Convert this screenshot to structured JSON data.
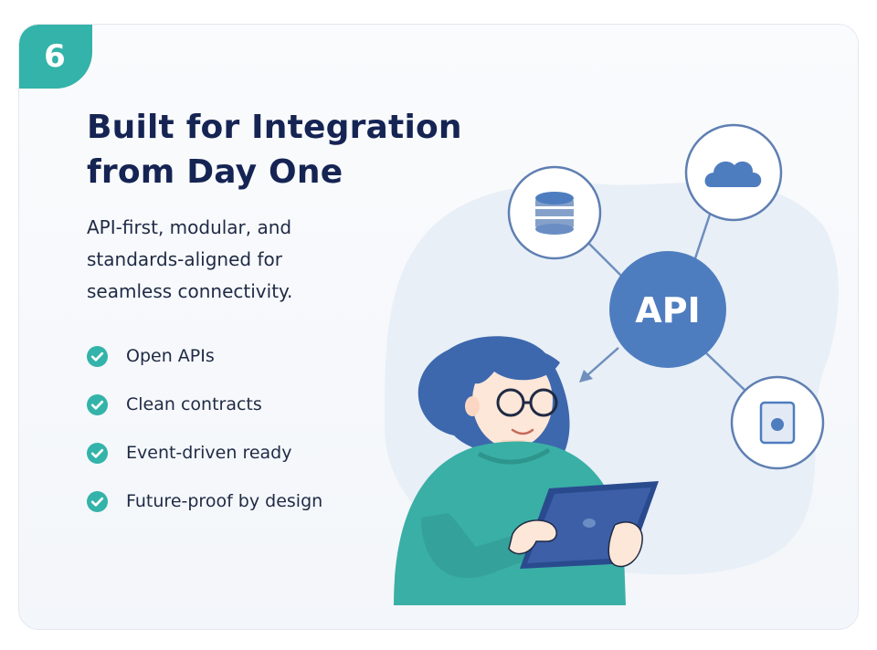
{
  "badge": {
    "number": "6"
  },
  "heading": {
    "title": "Built for Integration from Day One"
  },
  "intro": {
    "text": "API-first, modular, and standards-aligned for seamless connectivity."
  },
  "features": [
    {
      "label": "Open APIs"
    },
    {
      "label": "Clean contracts"
    },
    {
      "label": "Event-driven ready"
    },
    {
      "label": "Future-proof by design"
    }
  ],
  "diagram": {
    "hub_label": "API",
    "nodes": [
      {
        "icon": "database-icon"
      },
      {
        "icon": "cloud-icon"
      },
      {
        "icon": "device-icon"
      }
    ]
  },
  "colors": {
    "accent_teal": "#33b3a9",
    "heading_navy": "#152453",
    "hub_blue": "#4e7dbf",
    "sweater_teal": "#3aafa6",
    "hair_blue": "#3d68ad",
    "tablet_blue": "#3c5fa8"
  }
}
